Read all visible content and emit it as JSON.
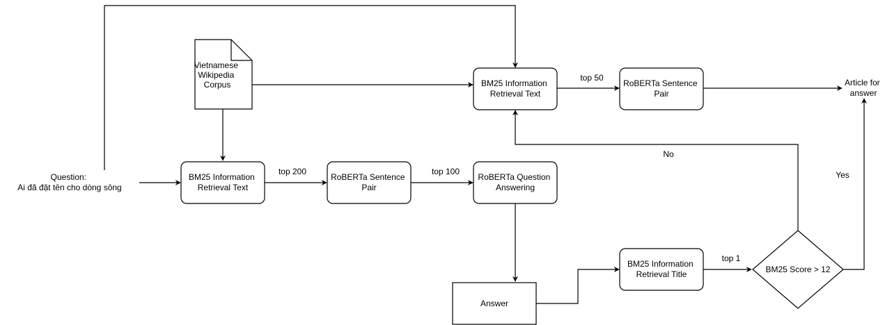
{
  "nodes": {
    "question": {
      "lines": [
        "Question:",
        "Ai đã đặt tên cho dòng sông"
      ]
    },
    "corpus": {
      "lines": [
        "Vietnamese",
        "Wikipedia",
        "Corpus"
      ]
    },
    "bm25_text_bottom": {
      "lines": [
        "BM25 Information",
        "Retrieval Text"
      ]
    },
    "roberta_pair_bottom": {
      "lines": [
        "RoBERTa Sentence",
        "Pair"
      ]
    },
    "roberta_qa": {
      "lines": [
        "RoBERTa Question",
        "Answering"
      ]
    },
    "answer": {
      "lines": [
        "Answer"
      ]
    },
    "bm25_title": {
      "lines": [
        "BM25 Information",
        "Retrieval Title"
      ]
    },
    "decision": {
      "lines": [
        "BM25 Score > 12"
      ]
    },
    "bm25_text_top": {
      "lines": [
        "BM25 Information",
        "Retrieval Text"
      ]
    },
    "roberta_pair_top": {
      "lines": [
        "RoBERTa Sentence",
        "Pair"
      ]
    },
    "article": {
      "lines": [
        "Article for",
        "answer"
      ]
    }
  },
  "edge_labels": {
    "top200": "top 200",
    "top100": "top 100",
    "top50": "top 50",
    "top1": "top 1",
    "no": "No",
    "yes": "Yes"
  }
}
